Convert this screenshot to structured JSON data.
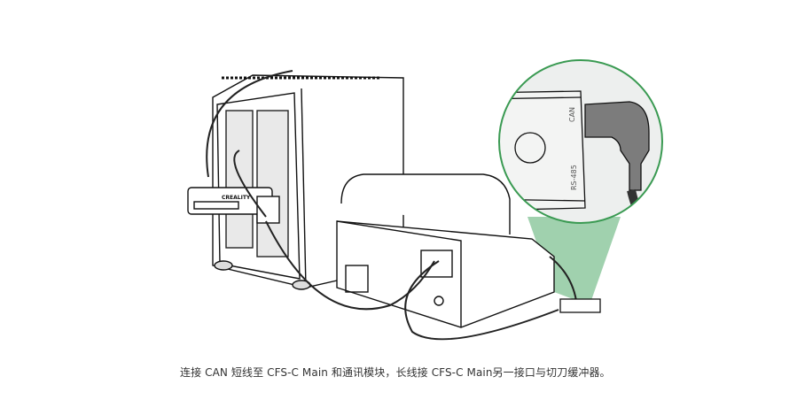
{
  "caption": "连接 CAN 短线至 CFS-C Main 和通讯模块，长线接 CFS-C Main另一接口与切刀缓冲器。",
  "callout": {
    "port_labels": [
      "CAN",
      "RS-485"
    ],
    "border_color": "#3a9a52",
    "beam_color": "#8fc9a0"
  },
  "module_logo": "CREALITY"
}
